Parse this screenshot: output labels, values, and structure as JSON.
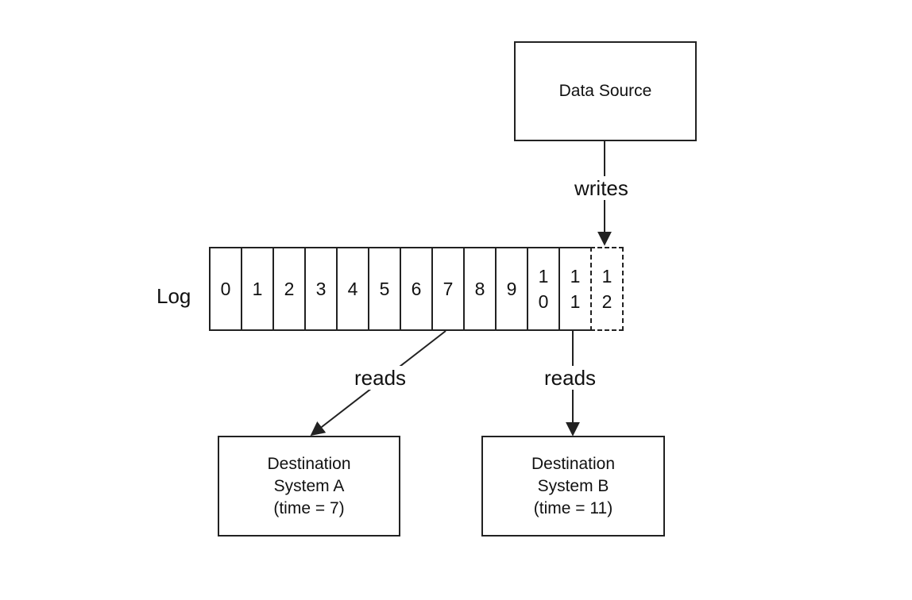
{
  "source": {
    "label": "Data Source"
  },
  "log": {
    "label": "Log",
    "cells": [
      [
        "0"
      ],
      [
        "1"
      ],
      [
        "2"
      ],
      [
        "3"
      ],
      [
        "4"
      ],
      [
        "5"
      ],
      [
        "6"
      ],
      [
        "7"
      ],
      [
        "8"
      ],
      [
        "9"
      ],
      [
        "1",
        "0"
      ],
      [
        "1",
        "1"
      ],
      [
        "1",
        "2"
      ]
    ],
    "pending_index": 12
  },
  "edges": {
    "writes": "writes",
    "reads_a": "reads",
    "reads_b": "reads"
  },
  "dest_a": {
    "lines": [
      "Destination",
      "System A",
      "(time = 7)"
    ]
  },
  "dest_b": {
    "lines": [
      "Destination",
      "System B",
      "(time = 11)"
    ]
  },
  "colors": {
    "stroke": "#222222",
    "background": "#ffffff"
  }
}
